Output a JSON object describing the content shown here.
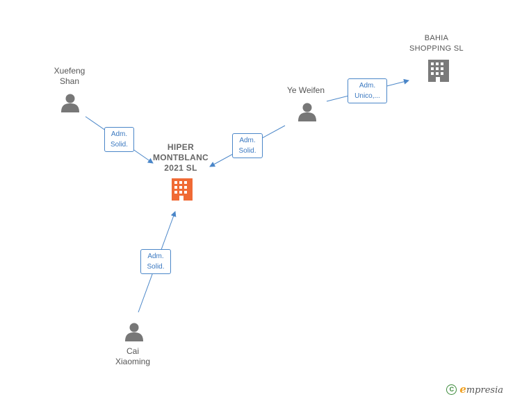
{
  "nodes": {
    "xuefeng": {
      "line1": "Xuefeng",
      "line2": "Shan",
      "icon": "person-icon"
    },
    "ye_weifen": {
      "line1": "Ye Weifen",
      "icon": "person-icon"
    },
    "cai": {
      "line1": "Cai",
      "line2": "Xiaoming",
      "icon": "person-icon"
    },
    "hiper": {
      "line1": "HIPER",
      "line2": "MONTBLANC",
      "line3": "2021  SL",
      "icon": "building-icon",
      "color": "#f06a35"
    },
    "bahia": {
      "line1": "BAHIA",
      "line2": "SHOPPING  SL",
      "icon": "building-icon",
      "color": "#7a7a7a"
    }
  },
  "edges": {
    "xuefeng_hiper": {
      "line1": "Adm.",
      "line2": "Solid."
    },
    "ye_hiper": {
      "line1": "Adm.",
      "line2": "Solid."
    },
    "cai_hiper": {
      "line1": "Adm.",
      "line2": "Solid."
    },
    "ye_bahia": {
      "line1": "Adm.",
      "line2": "Unico,..."
    }
  },
  "colors": {
    "edge": "#4a86c8",
    "person": "#777777"
  },
  "footer": {
    "copyright_symbol": "C",
    "brand_initial": "e",
    "brand_rest": "mpresia"
  }
}
